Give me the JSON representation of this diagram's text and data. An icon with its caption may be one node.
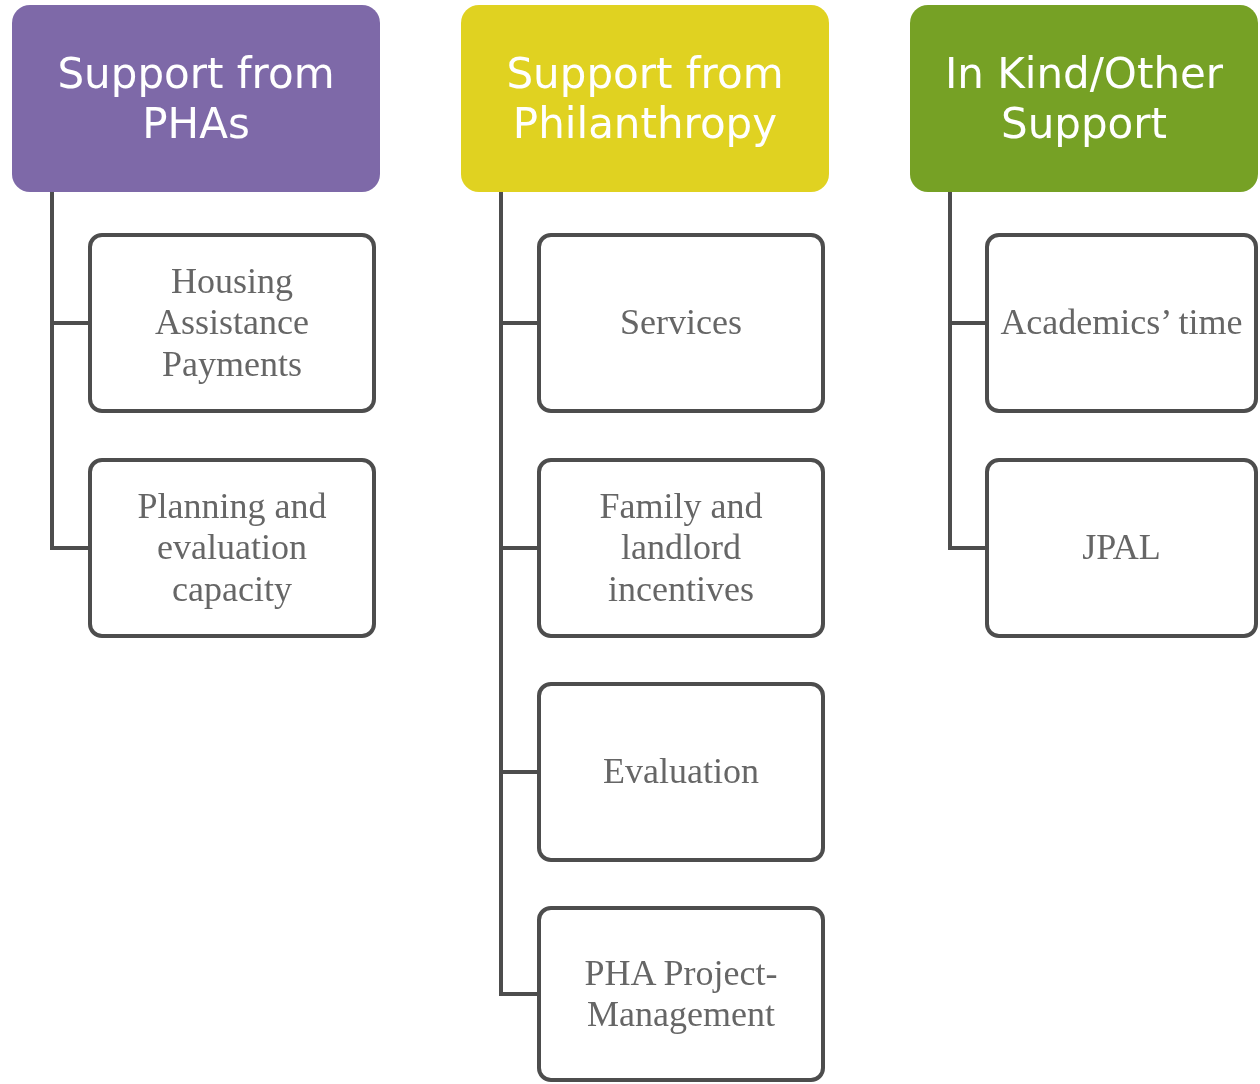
{
  "diagram": {
    "nodes": [
      {
        "text": [
          "Support from PHAs"
        ]
      },
      {
        "text": [
          "Housing Assistance Payments"
        ]
      },
      {
        "text": [
          "Planning and evaluation capacity"
        ]
      },
      {
        "text": [
          "Support from Philanthropy"
        ]
      },
      {
        "text": [
          "Services"
        ]
      },
      {
        "text": [
          "Family and landlord incentives"
        ]
      },
      {
        "text": [
          "Evaluation"
        ]
      },
      {
        "text": [
          "PHA Project-Management"
        ]
      },
      {
        "text": [
          "In Kind/Other Support"
        ]
      },
      {
        "text": [
          "Academics’ time"
        ]
      },
      {
        "text": [
          "JPAL"
        ]
      }
    ],
    "edges": [
      {
        "from": 0,
        "to": 1,
        "arrow": "none"
      },
      {
        "from": 0,
        "to": 2,
        "arrow": "none"
      },
      {
        "from": 3,
        "to": 4,
        "arrow": "none"
      },
      {
        "from": 3,
        "to": 5,
        "arrow": "none"
      },
      {
        "from": 3,
        "to": 6,
        "arrow": "none"
      },
      {
        "from": 3,
        "to": 7,
        "arrow": "none"
      },
      {
        "from": 8,
        "to": 9,
        "arrow": "none"
      },
      {
        "from": 8,
        "to": 10,
        "arrow": "none"
      }
    ]
  }
}
